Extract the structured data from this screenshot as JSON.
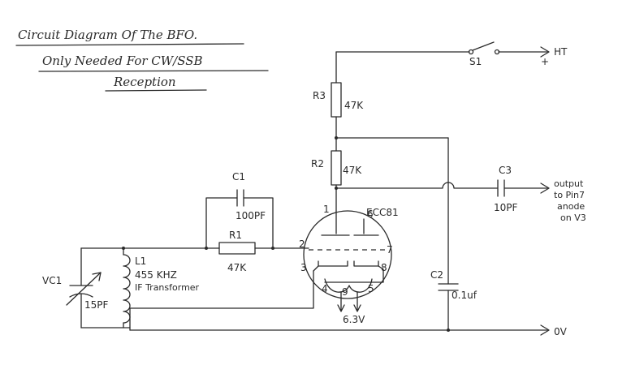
{
  "title": {
    "line1": "Circuit Diagram Of The BFO.",
    "line2": "Only Needed For CW/SSB",
    "line3": "Reception"
  },
  "components": {
    "s1": "S1",
    "ht": "HT",
    "plus": "+",
    "r3": "R3",
    "r3_value": "47K",
    "r2": "R2",
    "r2_value": "47K",
    "c3": "C3",
    "c3_value": "10PF",
    "output_line1": "output",
    "output_line2": "to Pin7",
    "output_line3": "anode",
    "output_line4": "on V3",
    "c1": "C1",
    "c1_value": "100PF",
    "valve": "ECC81",
    "r1": "R1",
    "r1_value": "47K",
    "l1": "L1",
    "l1_freq": "455 KHZ",
    "l1_desc": "IF Transformer",
    "vc1": "VC1",
    "vc1_value": "15PF",
    "c2": "C2",
    "c2_value": "0.1uf",
    "heater": "6.3V",
    "ground": "0V"
  },
  "pins": [
    "1",
    "6",
    "2",
    "7",
    "3",
    "8",
    "4",
    "9",
    "5"
  ]
}
